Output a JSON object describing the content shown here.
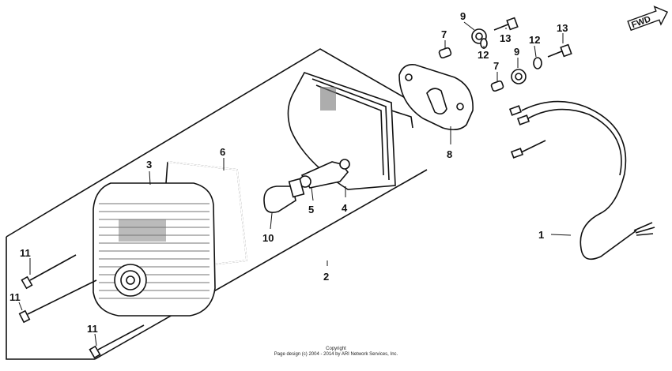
{
  "fwd_label": "FWD",
  "callouts": {
    "c1": "1",
    "c2": "2",
    "c3": "3",
    "c4": "4",
    "c5": "5",
    "c6": "6",
    "c7a": "7",
    "c7b": "7",
    "c8": "8",
    "c9a": "9",
    "c9b": "9",
    "c10": "10",
    "c11a": "11",
    "c11b": "11",
    "c11c": "11",
    "c12a": "12",
    "c12b": "12",
    "c13a": "13",
    "c13b": "13"
  },
  "copyright": {
    "line1": "Copyright",
    "line2": "Page design (c) 2004 - 2014 by ARI Network Services, Inc."
  }
}
